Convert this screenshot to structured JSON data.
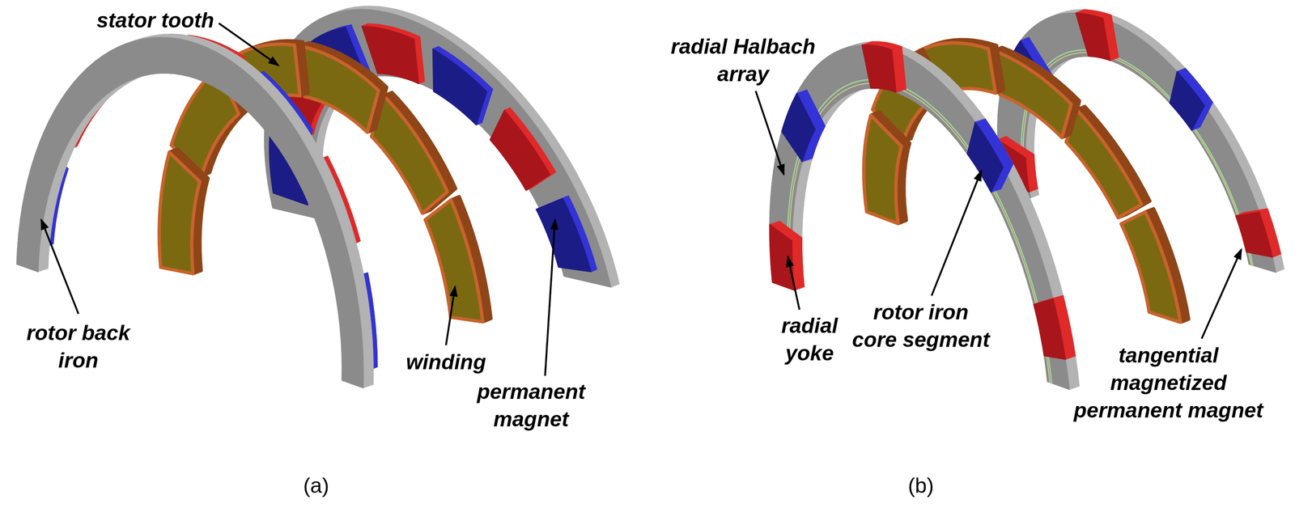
{
  "diagram": {
    "labels": [
      "stator tooth",
      "rotor back iron",
      "winding",
      "permanent magnet",
      "(a)",
      "radial Halbach array",
      "radial yoke",
      "rotor iron core segment",
      "tangential magnetized permanent magnet",
      "(b)"
    ]
  }
}
